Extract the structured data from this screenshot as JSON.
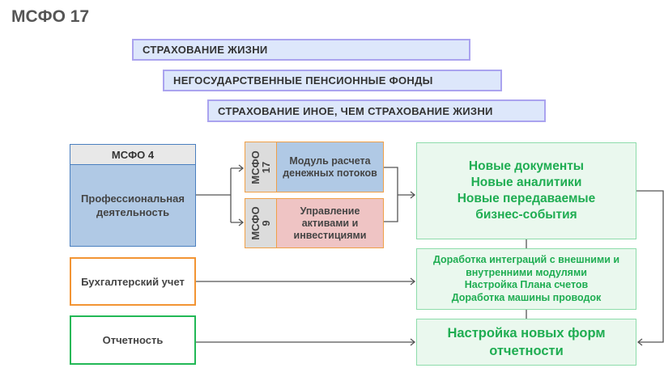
{
  "title": "МСФО 17",
  "banners": [
    "СТРАХОВАНИЕ ЖИЗНИ",
    "НЕГОСУДАРСТВЕННЫЕ ПЕНСИОННЫЕ ФОНДЫ",
    "СТРАХОВАНИЕ ИНОЕ, ЧЕМ СТРАХОВАНИЕ ЖИЗНИ"
  ],
  "ifrs4": {
    "header": "МСФО 4",
    "body": "Профессиональная деятельность"
  },
  "modules": [
    {
      "tab": "МСФО\n17",
      "label": "Модуль расчета денежных потоков",
      "color": "#b0c9e5"
    },
    {
      "tab": "МСФО\n9",
      "label": "Управление активами и инвестициями",
      "color": "#efc4c4"
    }
  ],
  "side_boxes": {
    "accounting": "Бухгалтерский учет",
    "reporting": "Отчетность"
  },
  "outcomes": {
    "new_items": [
      "Новые документы",
      "Новые аналитики",
      "Новые передаваемые",
      "бизнес-события"
    ],
    "integration": [
      "Доработка интеграций с внешними и",
      "внутренними модулями",
      "Настройка Плана счетов",
      "Доработка машины проводок"
    ],
    "reporting_forms": [
      "Настройка новых форм",
      "отчетности"
    ]
  },
  "colors": {
    "banner_fill": "#dde7fb",
    "banner_border": "#aaa3ef",
    "ifrs4_border": "#4a7fbf",
    "module_border": "#f0a048",
    "accounting_border": "#f29433",
    "reporting_border": "#22b856",
    "outcome_text": "#1fad52"
  }
}
